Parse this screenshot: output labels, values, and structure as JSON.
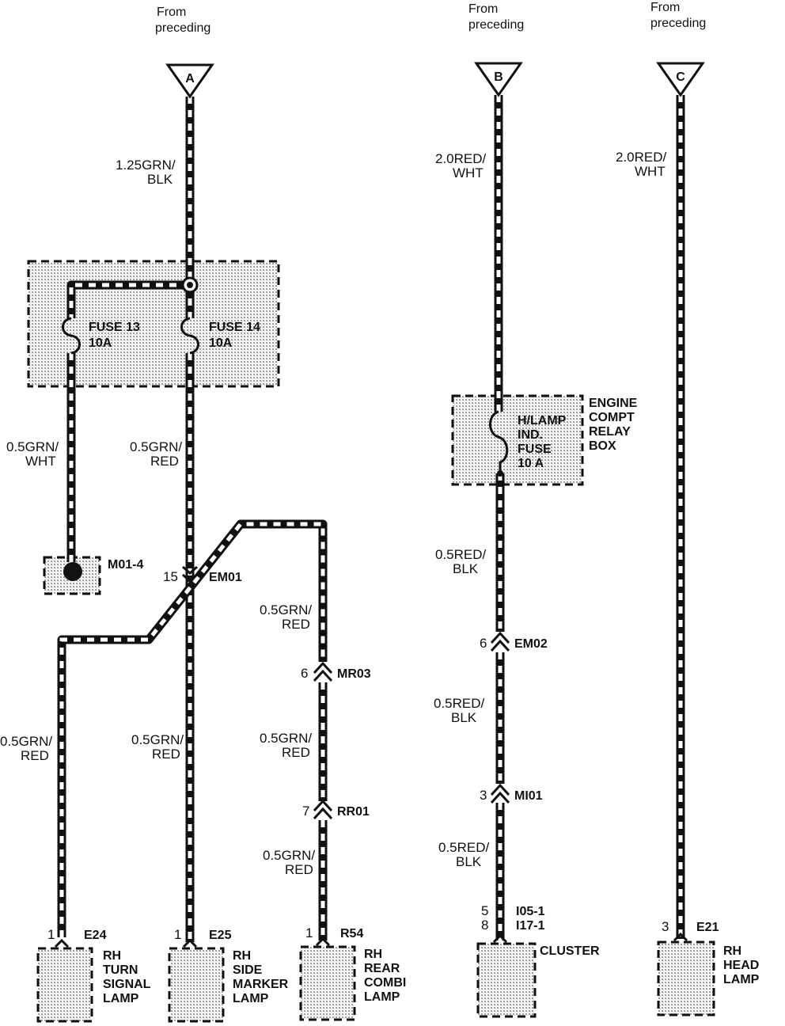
{
  "connectors": {
    "a": {
      "from": [
        "From",
        "preceding"
      ],
      "letter": "A"
    },
    "b": {
      "from": [
        "From",
        "preceding"
      ],
      "letter": "B"
    },
    "c": {
      "from": [
        "From",
        "preceding"
      ],
      "letter": "C"
    }
  },
  "wires": {
    "a_main": [
      "1.25GRN/",
      "BLK"
    ],
    "fuse13_out": [
      "0.5GRN/",
      "WHT"
    ],
    "fuse14_out": [
      "0.5GRN/",
      "RED"
    ],
    "turn_signal": [
      "0.5GRN/",
      "RED"
    ],
    "side_marker": [
      "0.5GRN/",
      "RED"
    ],
    "rear_1": [
      "0.5GRN/",
      "RED"
    ],
    "rear_2": [
      "0.5GRN/",
      "RED"
    ],
    "rear_3": [
      "0.5GRN/",
      "RED"
    ],
    "b_main": [
      "2.0RED/",
      "WHT"
    ],
    "c_main": [
      "2.0RED/",
      "WHT"
    ],
    "b_out_1": [
      "0.5RED/",
      "BLK"
    ],
    "b_out_2": [
      "0.5RED/",
      "BLK"
    ],
    "b_out_3": [
      "0.5RED/",
      "BLK"
    ]
  },
  "fuses": {
    "fuse13": [
      "FUSE 13",
      "10A"
    ],
    "fuse14": [
      "FUSE 14",
      "10A"
    ],
    "hlamp": [
      "H/LAMP",
      "IND.",
      "FUSE",
      "10 A"
    ]
  },
  "relay_box": [
    "ENGINE",
    "COMPT",
    "RELAY",
    "BOX"
  ],
  "ground": {
    "id": "M01-4"
  },
  "splices": {
    "em01": {
      "pin": "15",
      "id": "EM01"
    },
    "mr03": {
      "pin": "6",
      "id": "MR03"
    },
    "rr01": {
      "pin": "7",
      "id": "RR01"
    },
    "em02": {
      "pin": "6",
      "id": "EM02"
    },
    "mi01": {
      "pin": "3",
      "id": "MI01"
    }
  },
  "components": {
    "e24": {
      "pin": "1",
      "id": "E24",
      "name": [
        "RH",
        "TURN",
        "SIGNAL",
        "LAMP"
      ]
    },
    "e25": {
      "pin": "1",
      "id": "E25",
      "name": [
        "RH",
        "SIDE",
        "MARKER",
        "LAMP"
      ]
    },
    "r54": {
      "pin": "1",
      "id": "R54",
      "name": [
        "RH",
        "REAR",
        "COMBI",
        "LAMP"
      ]
    },
    "cluster": {
      "pins": [
        "5",
        "8"
      ],
      "ids": [
        "I05-1",
        "I17-1"
      ],
      "name": [
        "CLUSTER"
      ]
    },
    "e21": {
      "pin": "3",
      "id": "E21",
      "name": [
        "RH",
        "HEAD",
        "LAMP"
      ]
    }
  },
  "colors": {
    "line": "#111111",
    "background": "#ffffff",
    "box_fill": "#d6d6d6"
  }
}
